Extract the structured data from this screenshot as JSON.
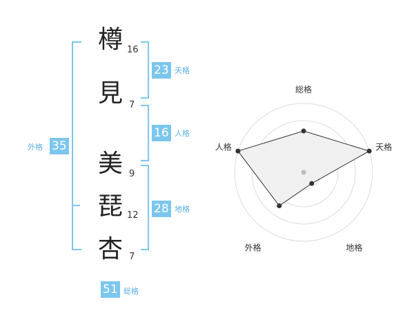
{
  "name": {
    "chars": [
      {
        "char": "樽",
        "strokes": "16"
      },
      {
        "char": "見",
        "strokes": "7"
      },
      {
        "char": "美",
        "strokes": "9"
      },
      {
        "char": "琵",
        "strokes": "12"
      },
      {
        "char": "杏",
        "strokes": "7"
      }
    ]
  },
  "kaku": {
    "ten": {
      "label": "天格",
      "value": "23"
    },
    "jin": {
      "label": "人格",
      "value": "16"
    },
    "chi": {
      "label": "地格",
      "value": "28"
    },
    "gai": {
      "label": "外格",
      "value": "35"
    },
    "sou": {
      "label": "総格",
      "value": "51"
    }
  },
  "chart_data": {
    "type": "radar",
    "axes": [
      "総格",
      "天格",
      "地格",
      "外格",
      "人格"
    ],
    "values": [
      3,
      5,
      1,
      3,
      5
    ],
    "rmax": 5,
    "rings": 4,
    "colors": {
      "fill": "#f0f0f0",
      "line": "#333333",
      "grid": "#dddddd",
      "center": "#bbbbbb"
    }
  }
}
